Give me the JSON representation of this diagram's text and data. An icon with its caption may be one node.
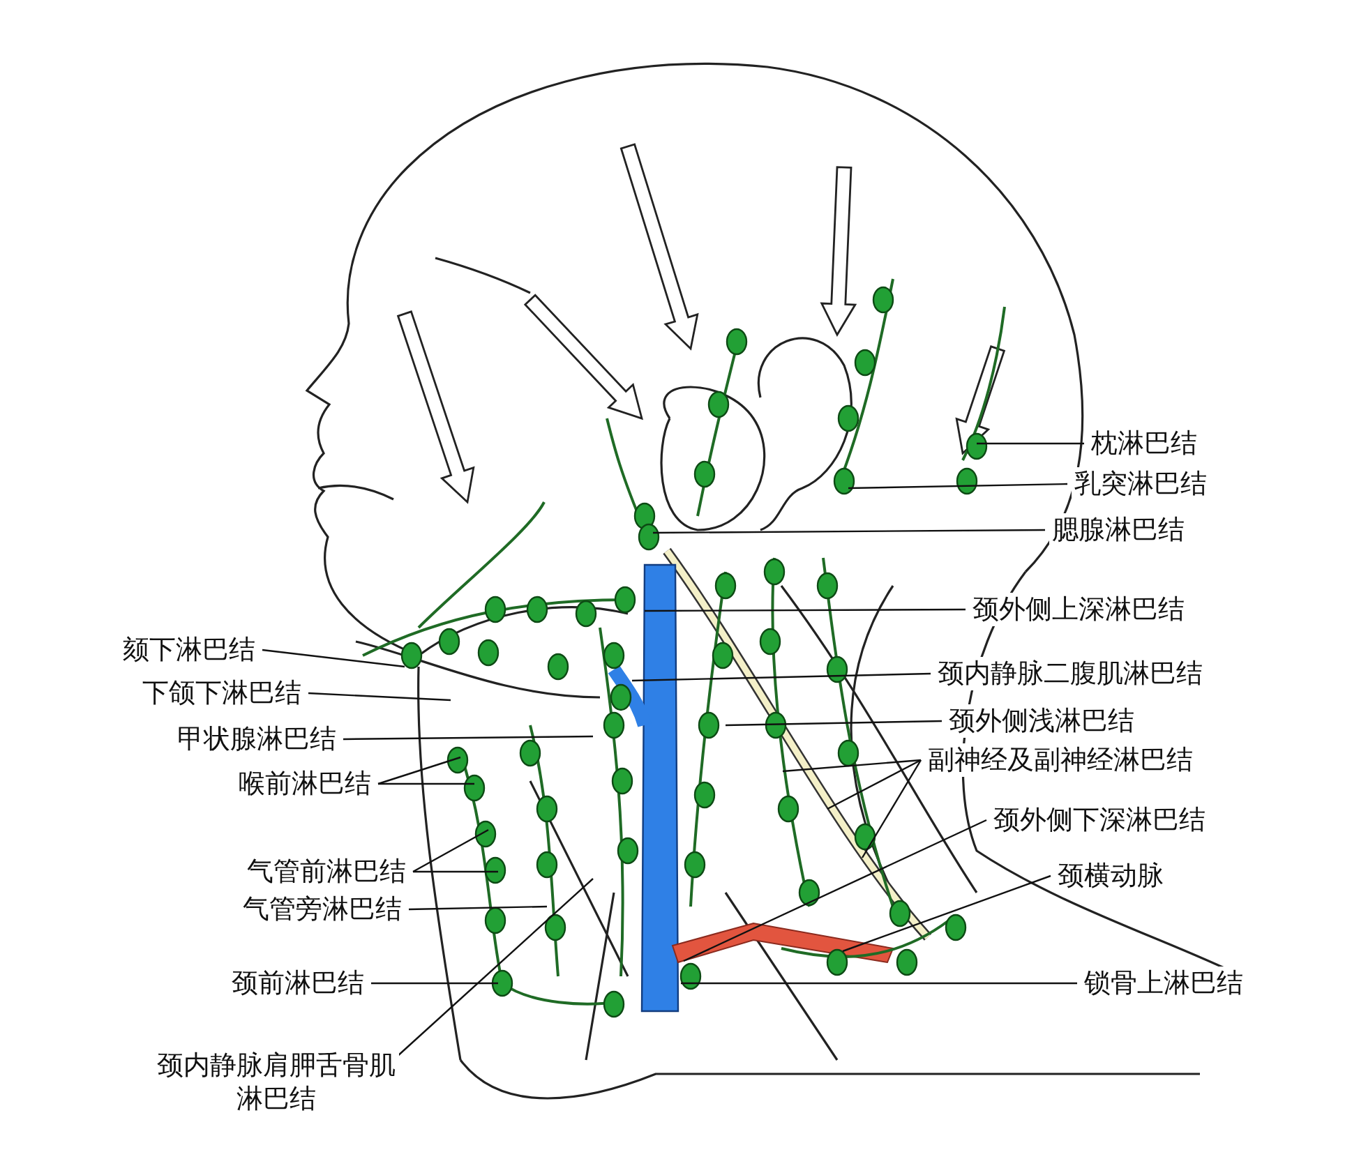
{
  "diagram": {
    "nodes": [
      {
        "text": [
          "枕淋巴结"
        ]
      },
      {
        "text": [
          "乳突淋巴结"
        ]
      },
      {
        "text": [
          "腮腺淋巴结"
        ]
      },
      {
        "text": [
          "颈外侧上深淋巴结"
        ]
      },
      {
        "text": [
          "颈内静脉二腹肌淋巴结"
        ]
      },
      {
        "text": [
          "颈外侧浅淋巴结"
        ]
      },
      {
        "text": [
          "副神经及副神经淋巴结"
        ]
      },
      {
        "text": [
          "颈外侧下深淋巴结"
        ]
      },
      {
        "text": [
          "颈横动脉"
        ]
      },
      {
        "text": [
          "锁骨上淋巴结"
        ]
      },
      {
        "text": [
          "颏下淋巴结"
        ]
      },
      {
        "text": [
          "下颌下淋巴结"
        ]
      },
      {
        "text": [
          "甲状腺淋巴结"
        ]
      },
      {
        "text": [
          "喉前淋巴结"
        ]
      },
      {
        "text": [
          "气管前淋巴结"
        ]
      },
      {
        "text": [
          "气管旁淋巴结"
        ]
      },
      {
        "text": [
          "颈前淋巴结"
        ]
      },
      {
        "text": [
          "颈内静脉肩胛舌骨肌淋巴结"
        ]
      }
    ],
    "edges": [
      {
        "from": 0,
        "to": null,
        "arrow": "none"
      },
      {
        "from": 1,
        "to": null,
        "arrow": "none"
      },
      {
        "from": 2,
        "to": null,
        "arrow": "none"
      },
      {
        "from": 3,
        "to": null,
        "arrow": "none"
      },
      {
        "from": 4,
        "to": null,
        "arrow": "none"
      },
      {
        "from": 5,
        "to": null,
        "arrow": "none"
      },
      {
        "from": 6,
        "to": null,
        "arrow": "none"
      },
      {
        "from": 6,
        "to": null,
        "arrow": "none"
      },
      {
        "from": 6,
        "to": null,
        "arrow": "none"
      },
      {
        "from": 7,
        "to": null,
        "arrow": "none"
      },
      {
        "from": 8,
        "to": null,
        "arrow": "none"
      },
      {
        "from": 9,
        "to": null,
        "arrow": "none"
      },
      {
        "from": 10,
        "to": null,
        "arrow": "none"
      },
      {
        "from": 11,
        "to": null,
        "arrow": "none"
      },
      {
        "from": 12,
        "to": null,
        "arrow": "none"
      },
      {
        "from": 13,
        "to": null,
        "arrow": "none"
      },
      {
        "from": 13,
        "to": null,
        "arrow": "none"
      },
      {
        "from": 14,
        "to": null,
        "arrow": "none"
      },
      {
        "from": 14,
        "to": null,
        "arrow": "none"
      },
      {
        "from": 15,
        "to": null,
        "arrow": "none"
      },
      {
        "from": 16,
        "to": null,
        "arrow": "none"
      },
      {
        "from": 17,
        "to": null,
        "arrow": "none"
      }
    ]
  }
}
